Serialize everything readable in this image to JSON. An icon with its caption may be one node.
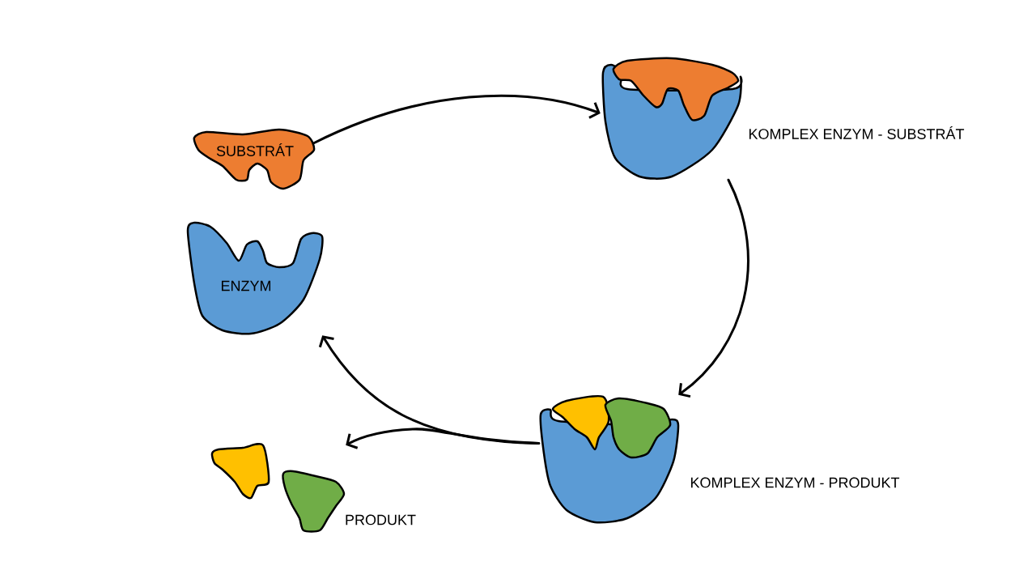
{
  "diagram": {
    "nodes": [
      {
        "text": [
          "SUBSTRÁT"
        ]
      },
      {
        "text": [
          "ENZYM"
        ]
      },
      {
        "text": [
          "KOMPLEX ENZYM - SUBSTRÁT"
        ]
      },
      {
        "text": [
          "KOMPLEX ENZYM - PRODUKT"
        ]
      },
      {
        "text": [
          "PRODUKT"
        ]
      }
    ],
    "edges": [
      {
        "from": 0,
        "to": 2,
        "arrow": "to"
      },
      {
        "from": 2,
        "to": 3,
        "arrow": "to"
      },
      {
        "from": 3,
        "to": 1,
        "arrow": "to"
      },
      {
        "from": 3,
        "to": 4,
        "arrow": "to"
      }
    ]
  }
}
